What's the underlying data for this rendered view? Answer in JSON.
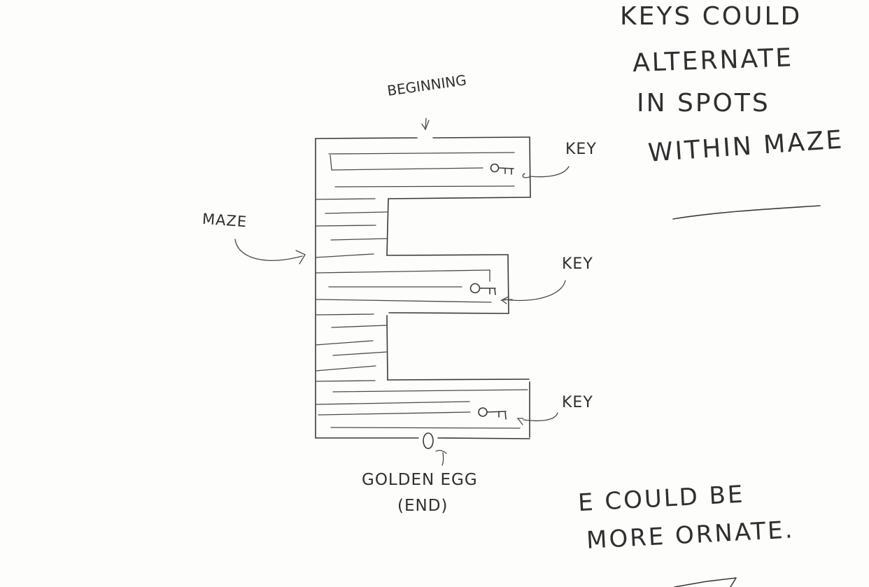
{
  "sketch": {
    "title": "E-shaped maze concept sketch",
    "ink_color": "#3a3a3a",
    "paper_color": "#fdfdfc"
  },
  "labels": {
    "beginning": "BEGINNING",
    "maze": "MAZE",
    "keys": [
      {
        "label": "KEY",
        "icon": "key-icon"
      },
      {
        "label": "KEY",
        "icon": "key-icon"
      },
      {
        "label": "KEY",
        "icon": "key-icon"
      }
    ],
    "golden_egg": "GOLDEN EGG",
    "end": "(END)"
  },
  "notes": {
    "keys_note": {
      "lines": [
        "KEYS COULD",
        "ALTERNATE",
        "IN SPOTS",
        "WITHIN MAZE"
      ]
    },
    "ornate_note": {
      "lines": [
        "E COULD BE",
        "MORE ORNATE."
      ]
    }
  },
  "icons": {
    "key": "key-icon",
    "egg": "egg-icon",
    "arrow": "arrow-icon"
  }
}
